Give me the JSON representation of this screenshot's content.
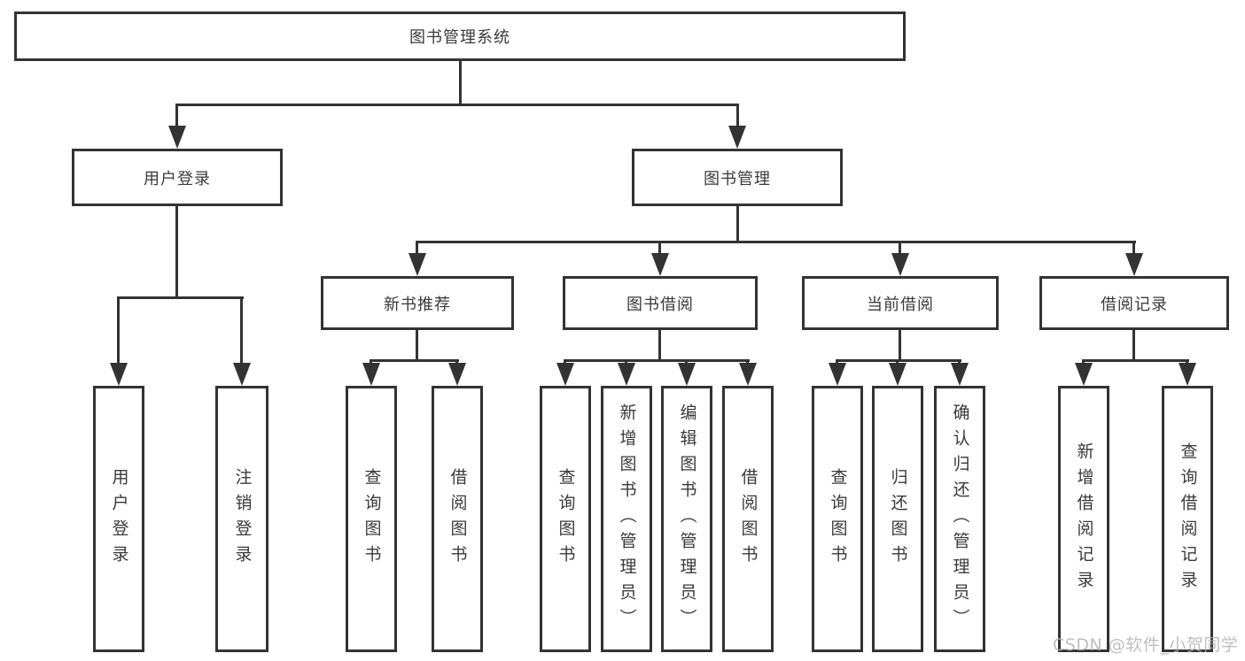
{
  "diagram": {
    "type": "tree",
    "root": {
      "label": "图书管理系统",
      "children": [
        {
          "label": "用户登录",
          "children": [
            {
              "label": "用户登录"
            },
            {
              "label": "注销登录"
            }
          ]
        },
        {
          "label": "图书管理",
          "children": [
            {
              "label": "新书推荐",
              "children": [
                {
                  "label": "查询图书"
                },
                {
                  "label": "借阅图书"
                }
              ]
            },
            {
              "label": "图书借阅",
              "children": [
                {
                  "label": "查询图书"
                },
                {
                  "label": "新增图书（管理员）"
                },
                {
                  "label": "编辑图书（管理员）"
                },
                {
                  "label": "借阅图书"
                }
              ]
            },
            {
              "label": "当前借阅",
              "children": [
                {
                  "label": "查询图书"
                },
                {
                  "label": "归还图书"
                },
                {
                  "label": "确认归还（管理员）"
                }
              ]
            },
            {
              "label": "借阅记录",
              "children": [
                {
                  "label": "新增借阅记录"
                },
                {
                  "label": "查询借阅记录"
                }
              ]
            }
          ]
        }
      ]
    }
  },
  "watermark": {
    "text": "CSDN @软件_小贺同学"
  },
  "colors": {
    "line": "#333333",
    "text": "#3a3a3a",
    "background": "#ffffff",
    "watermark": "#b4b4b4"
  }
}
